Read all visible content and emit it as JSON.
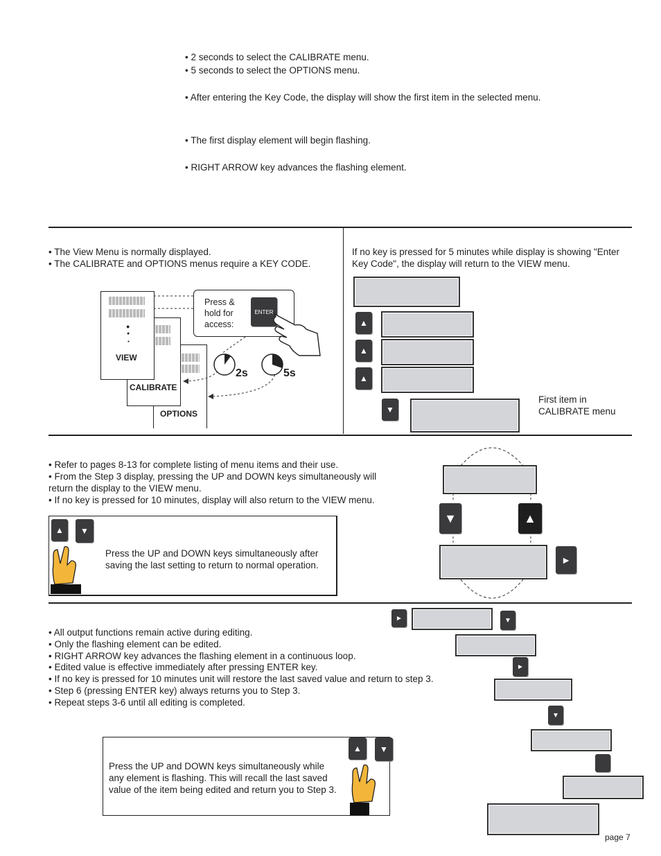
{
  "top_bullets": [
    "•  2 seconds to select the CALIBRATE menu.",
    "•  5 seconds to select the OPTIONS menu.",
    "•  After entering the Key Code, the display will show the first item in the selected menu.",
    "•  The first display element will begin flashing.",
    "• RIGHT ARROW key advances the flashing element."
  ],
  "section1": {
    "left_bullets": [
      "•  The View Menu is normally displayed.",
      "•  The CALIBRATE and OPTIONS menus require a KEY CODE."
    ],
    "diagram": {
      "view_label": "VIEW",
      "calibrate_label": "CALIBRATE",
      "options_label": "OPTIONS",
      "press_line1": "Press &",
      "press_line2": "hold for",
      "press_line3": "access:",
      "enter_label": "ENTER",
      "timer_2s": "2s",
      "timer_5s": "5s"
    },
    "right_text_line1": "If no key is pressed for 5 minutes while display is showing \"Enter",
    "right_text_line2": "Key Code\", the display will return to the VIEW menu.",
    "first_item_line1": "First item in",
    "first_item_line2": "CALIBRATE menu"
  },
  "section2": {
    "bullets": [
      "•  Refer to pages 8-13 for complete listing of menu items and their use.",
      "•  From the Step 3 display, pressing the UP and DOWN keys simultaneously will",
      "return the display to the VIEW menu.",
      "•  If no key is pressed for 10 minutes, display will also return to the VIEW menu."
    ],
    "tip_line1": "Press the UP and DOWN keys simultaneously after",
    "tip_line2": "saving the last setting to return to normal operation."
  },
  "section3": {
    "bullets": [
      "•  All output functions remain active during editing.",
      "•  Only the flashing element can be edited.",
      "•  RIGHT ARROW key advances the flashing element in a continuous loop.",
      "•  Edited value is effective immediately after pressing ENTER key.",
      "•  If no key is pressed for 10 minutes unit will restore the last saved value and return to step 3.",
      "•  Step 6 (pressing ENTER key) always returns you to Step 3.",
      "•  Repeat steps 3-6 until all editing is completed."
    ],
    "tip_line1": "Press the UP and DOWN keys simultaneously while",
    "tip_line2": "any element is flashing.  This will recall the last saved",
    "tip_line3": "value of the item being edited and return you to Step 3."
  },
  "keys": {
    "up": "▲",
    "down": "▼",
    "right": "►"
  },
  "page_number": "page 7"
}
